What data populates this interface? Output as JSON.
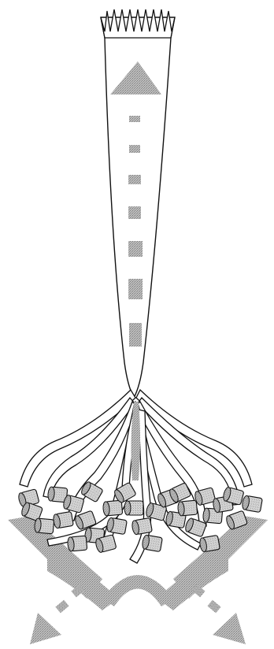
{
  "diagram": {
    "colors": {
      "outline": "#111111",
      "fill": "#ffffff",
      "arrow": "#a9a9a9",
      "cylinder": "#c8c8c8"
    },
    "dashes": 8,
    "roots": 10,
    "cylinders": 30
  }
}
